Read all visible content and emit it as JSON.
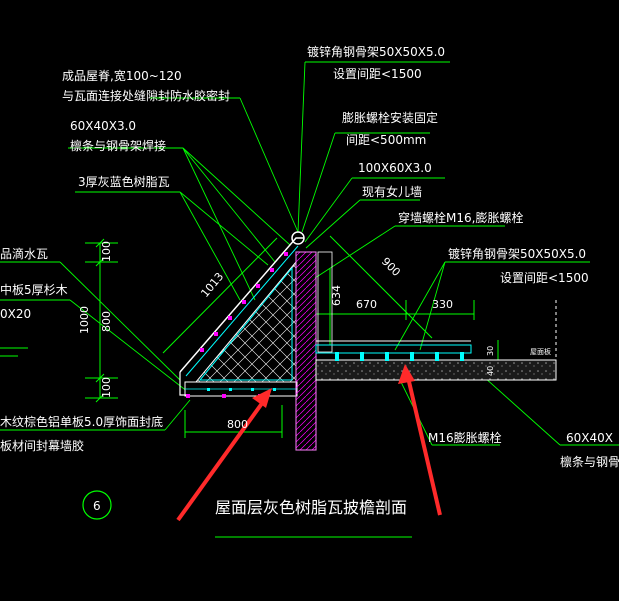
{
  "colors": {
    "background": "#000000",
    "leader": "#00ff00",
    "outline": "#ffffff",
    "steel": "#00ffff",
    "hatch": "#ff00ff",
    "fill_cyan": "#00ffff",
    "arrow": "#ff2a2a",
    "wall": "#c8c8c8"
  },
  "annotations": {
    "top_right_1": "镀锌角钢骨架50X50X5.0",
    "top_right_2": "设置间距<1500",
    "ridge_1": "成品屋脊,宽100~120",
    "ridge_2": "与瓦面连接处缝隙封防水胶密封",
    "bolt_1": "膨胀螺栓安装固定",
    "bolt_2": "间距<500mm",
    "purlin_1": "60X40X3.0",
    "purlin_2": "檩条与钢骨架焊接",
    "tube": "100X60X3.0",
    "tile": "3厚灰蓝色树脂瓦",
    "parapet": "现有女儿墙",
    "wall_bolt": "穿墙螺栓M16,膨胀螺栓",
    "frame_1": "镀锌角钢骨架50X50X5.0",
    "frame_2": "设置间距<1500",
    "left_1": "品滴水瓦",
    "left_2": "中板5厚杉木",
    "left_3": "0X20",
    "left_4": "木纹棕色铝单板5.0厚饰面封底",
    "left_5": "板材间封幕墙胶",
    "m16": "M16膨胀螺栓",
    "right_1": "60X40X",
    "right_2": "檩条与钢骨",
    "legend_right": "屋面板",
    "detail_number": "6",
    "title": "屋面层灰色树脂瓦披檐剖面"
  },
  "dimensions": {
    "slope": "1013",
    "diag": "900",
    "width_right_1": "670",
    "width_right_2": "330",
    "height_634": "634",
    "bottom_800": "800",
    "v_100_top": "100",
    "v_800": "800",
    "v_100_bottom": "100",
    "v_1000": "1000",
    "small_30": "30",
    "small_40": "40"
  }
}
